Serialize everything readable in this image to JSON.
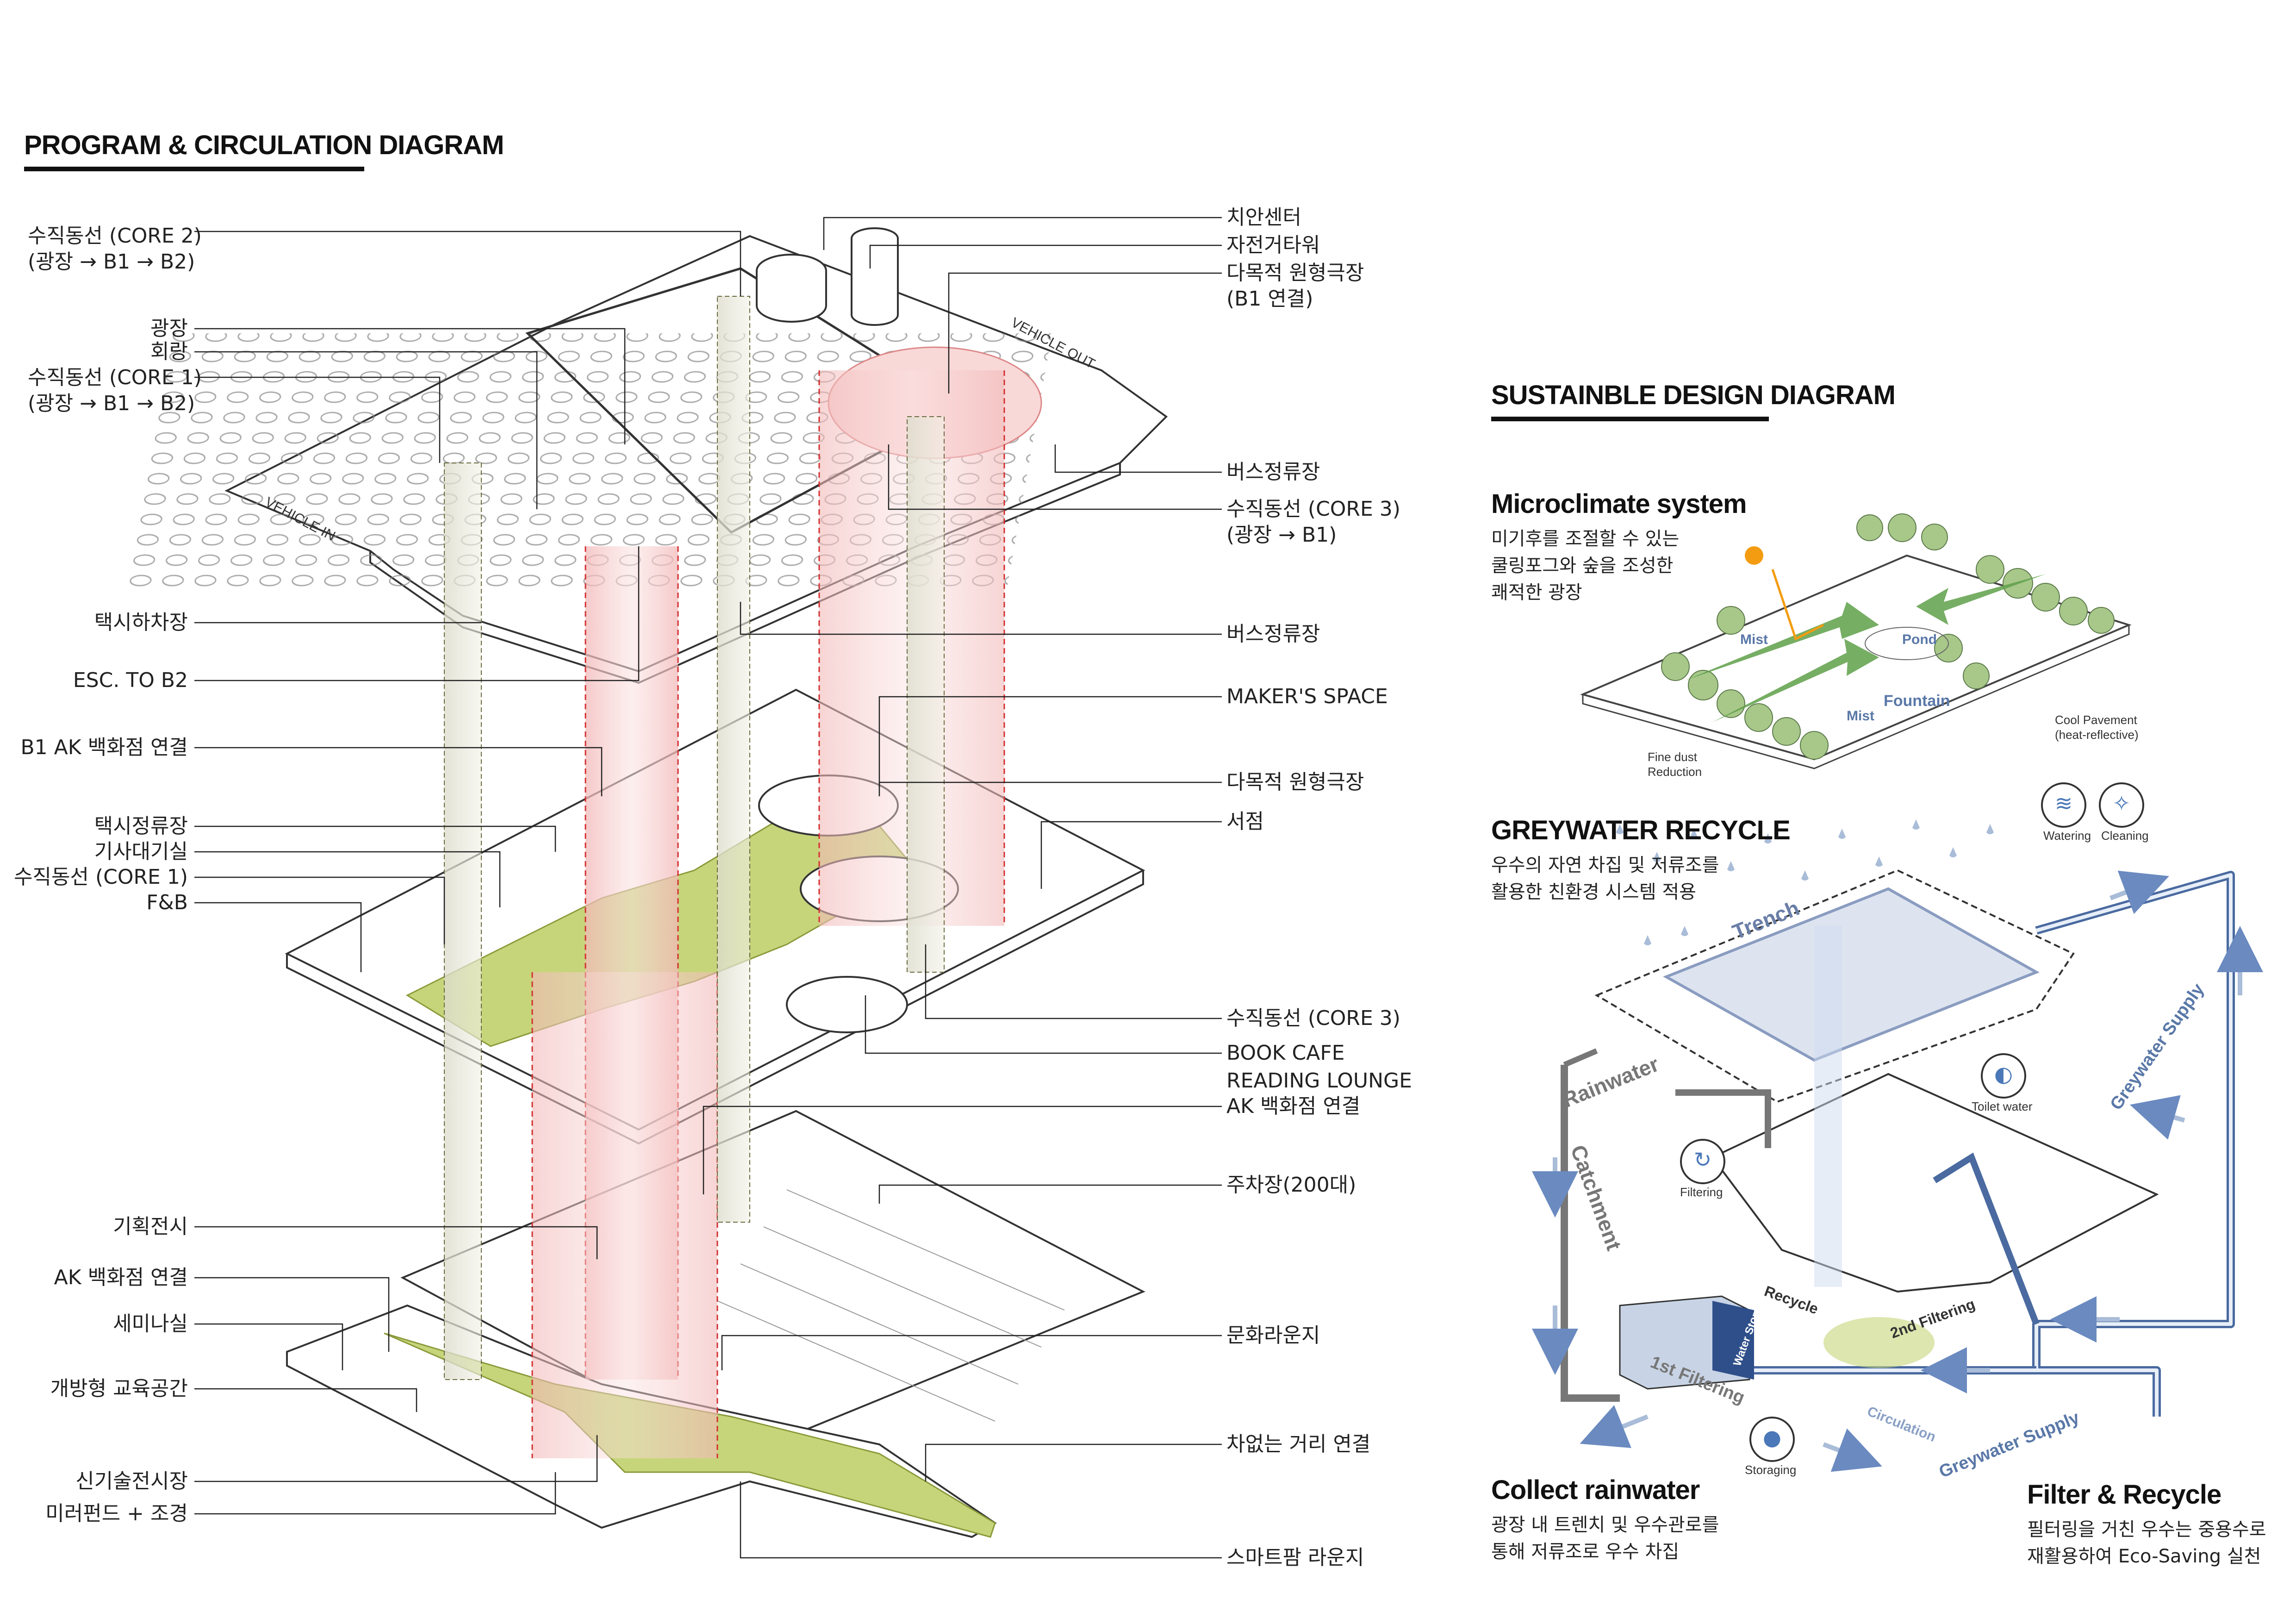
{
  "program": {
    "title": "PROGRAM & CIRCULATION DIAGRAM",
    "left_labels": [
      "수직동선 (CORE 2)",
      "(광장 → B1 → B2)",
      "광장",
      "회랑",
      "수직동선 (CORE 1)",
      "(광장 → B1 → B2)",
      "택시하차장",
      "ESC. TO B2",
      "B1 AK 백화점 연결",
      "택시정류장",
      "기사대기실",
      "수직동선 (CORE 1)",
      "F&B",
      "기획전시",
      "AK 백화점 연결",
      "세미나실",
      "개방형 교육공간",
      "신기술전시장",
      "미러펀드 + 조경"
    ],
    "right_labels": [
      "치안센터",
      "자전거타워",
      "다목적 원형극장",
      "(B1 연결)",
      "버스정류장",
      "수직동선 (CORE 3)",
      "(광장 → B1)",
      "버스정류장",
      "MAKER'S SPACE",
      "다목적 원형극장",
      "서점",
      "수직동선 (CORE 3)",
      "BOOK CAFE",
      "READING LOUNGE",
      "AK 백화점 연결",
      "주차장(200대)",
      "문화라운지",
      "차없는 거리 연결",
      "스마트팜 라운지"
    ],
    "vehicle_in": "VEHICLE IN",
    "vehicle_out": "VEHICLE OUT"
  },
  "sustainable": {
    "title": "SUSTAINBLE DESIGN DIAGRAM",
    "microclimate": {
      "title": "Microclimate system",
      "desc": [
        "미기후를 조절할 수 있는",
        "쿨링포그와 숲을 조성한",
        "쾌적한 광장"
      ],
      "tags": {
        "mist1": "Mist",
        "mist2": "Mist",
        "pond": "Pond",
        "fountain": "Fountain"
      },
      "notes": {
        "cool_pavement": "Cool Pavement",
        "cool_pavement_sub": "(heat-reflective)",
        "fine_dust": "Fine dust",
        "fine_dust_sub": "Reduction"
      }
    },
    "greywater": {
      "title": "GREYWATER RECYCLE",
      "desc": [
        "우수의 자연 차집 및 저류조를",
        "활용한 친환경 시스템 적용"
      ],
      "tags": {
        "trench": "Trench",
        "rainwater": "Rainwater",
        "catchment": "Catchment",
        "greywater_supply_1": "Greywater Supply",
        "greywater_supply_2": "Greywater Supply",
        "recycle": "Recycle",
        "second_filtering": "2nd Filtering",
        "first_filtering": "1st Filtering",
        "circulation": "Circulation",
        "water_storage": "Water Storage"
      },
      "icons": {
        "watering": "Watering",
        "cleaning": "Cleaning",
        "toilet": "Toilet water",
        "filtering": "Filtering",
        "storaging": "Storaging"
      }
    },
    "collect": {
      "title": "Collect rainwater",
      "desc": [
        "광장 내 트렌치 및 우수관로를",
        "통해 저류조로 우수 차집"
      ]
    },
    "filter": {
      "title": "Filter & Recycle",
      "desc": [
        "필터링을 거친 우수는 중용수로",
        "재활용하여 Eco-Saving 실천"
      ]
    }
  },
  "colors": {
    "grass": "#c8d67a",
    "pink": "#f4c4c4",
    "pipe": "#4a6aa0",
    "pipe_light": "#a9bcd8",
    "red_dash": "#d23030"
  }
}
